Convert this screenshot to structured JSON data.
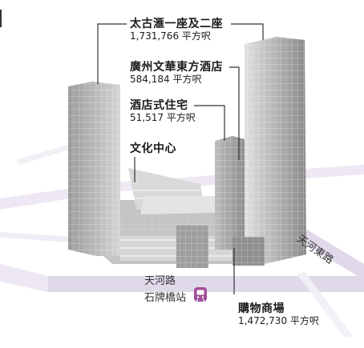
{
  "labels": {
    "taikoo": {
      "name": "太古滙一座及二座",
      "area": "1,731,766 平方呎"
    },
    "mandarin": {
      "name": "廣州文華東方酒店",
      "area": "584,184 平方呎"
    },
    "residence": {
      "name": "酒店式住宅",
      "area": "51,517 平方呎"
    },
    "culture": {
      "name": "文化中心"
    },
    "mall": {
      "name": "購物商場",
      "area": "1,472,730 平方呎"
    }
  },
  "roads": {
    "tianhe_road": "天河路",
    "tianhe_east_road": "天河東路"
  },
  "metro": {
    "station": "石牌橋站",
    "icon": "metro-icon"
  },
  "colors": {
    "road_band": "#ddd5e8",
    "building_light": "#c9c9c9",
    "building_dark": "#8e8e8e",
    "metro_icon": "#a0509a",
    "text": "#1a1a1a"
  }
}
